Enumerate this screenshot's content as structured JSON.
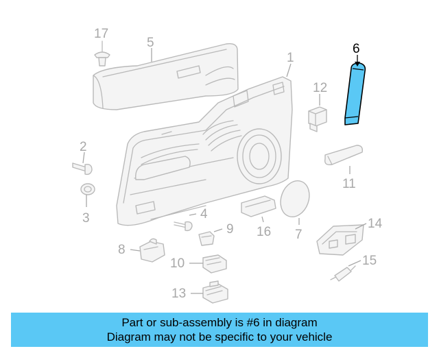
{
  "callouts": {
    "c1": "1",
    "c2": "2",
    "c3": "3",
    "c4": "4",
    "c5": "5",
    "c6": "6",
    "c7": "7",
    "c8": "8",
    "c9": "9",
    "c10": "10",
    "c11": "11",
    "c12": "12",
    "c13": "13",
    "c14": "14",
    "c15": "15",
    "c16": "16",
    "c17": "17"
  },
  "highlight": {
    "part": "6",
    "color": "#5ac8f5"
  },
  "banner": {
    "line1": "Part or sub-assembly is #6 in diagram",
    "line2": "Diagram may not be specific to your vehicle",
    "color": "#5ac8f5"
  }
}
